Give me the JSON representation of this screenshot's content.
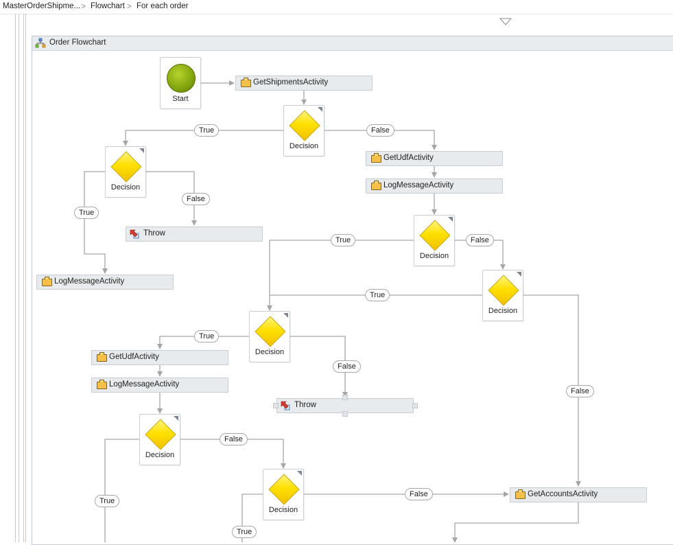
{
  "breadcrumb": {
    "items": [
      "MasterOrderShipme...",
      "Flowchart",
      "For each order"
    ],
    "separator": ">"
  },
  "flowchart": {
    "title": "Order Flowchart",
    "start_label": "Start",
    "decision_label": "Decision",
    "true_label": "True",
    "false_label": "False"
  },
  "activities": {
    "get_shipments": "GetShipmentsActivity",
    "get_udf": "GetUdfActivity",
    "log_message": "LogMessageActivity",
    "throw": "Throw",
    "get_accounts": "GetAccountsActivity"
  },
  "icons": {
    "flowchart": "flowchart-icon",
    "activity": "briefcase-activity-icon",
    "throw": "throw-icon",
    "start": "start-circle-icon",
    "decision": "decision-diamond-icon",
    "expand": "expand-triangle-icon"
  },
  "colors": {
    "connector": "#a6a6a6",
    "decision_yellow": "#ffe000",
    "start_green": "#86a80f",
    "activity_bg": "#e8ebee",
    "header_bg": "#e9ecef"
  }
}
